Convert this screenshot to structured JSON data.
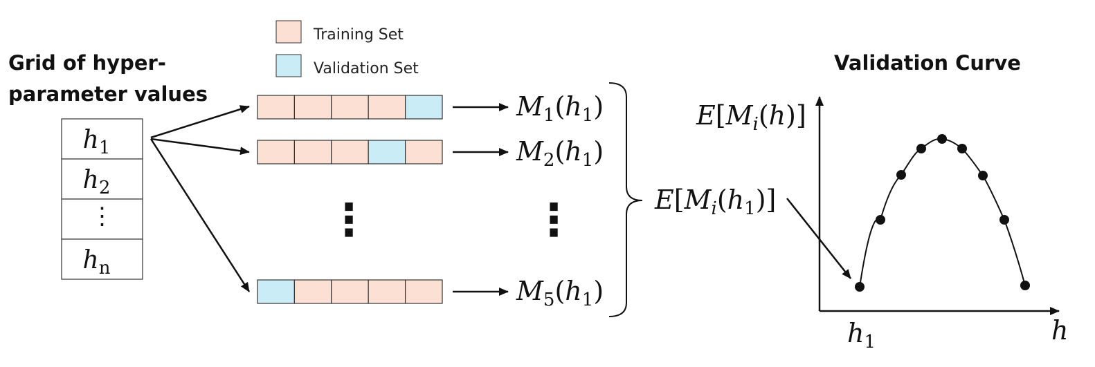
{
  "legend": {
    "training_label": "Training Set",
    "validation_label": "Validation Set",
    "training_color": "#fbe0d3",
    "validation_color": "#c9ecf7"
  },
  "grid": {
    "title_line1": "Grid of hyper-",
    "title_line2": "parameter values",
    "cells": [
      {
        "base": "h",
        "sub": "1"
      },
      {
        "base": "h",
        "sub": "2"
      },
      {
        "base": "⋮",
        "sub": ""
      },
      {
        "base": "h",
        "sub": "n"
      }
    ]
  },
  "folds": [
    {
      "validation_index": 4,
      "model": "M",
      "model_sub": "1",
      "arg": "h",
      "arg_sub": "1"
    },
    {
      "validation_index": 3,
      "model": "M",
      "model_sub": "2",
      "arg": "h",
      "arg_sub": "1"
    },
    {
      "validation_index": 0,
      "model": "M",
      "model_sub": "5",
      "arg": "h",
      "arg_sub": "1"
    }
  ],
  "segments_per_fold": 5,
  "ellipsis": "⋮",
  "expectation": {
    "E": "E",
    "M": "M",
    "i": "i",
    "h": "h",
    "h_sub": "1"
  },
  "curve": {
    "title": "Validation Curve",
    "y_label": {
      "E": "E",
      "M": "M",
      "i": "i",
      "h": "h"
    },
    "x_label": "h",
    "x_tick": {
      "base": "h",
      "sub": "1"
    }
  }
}
